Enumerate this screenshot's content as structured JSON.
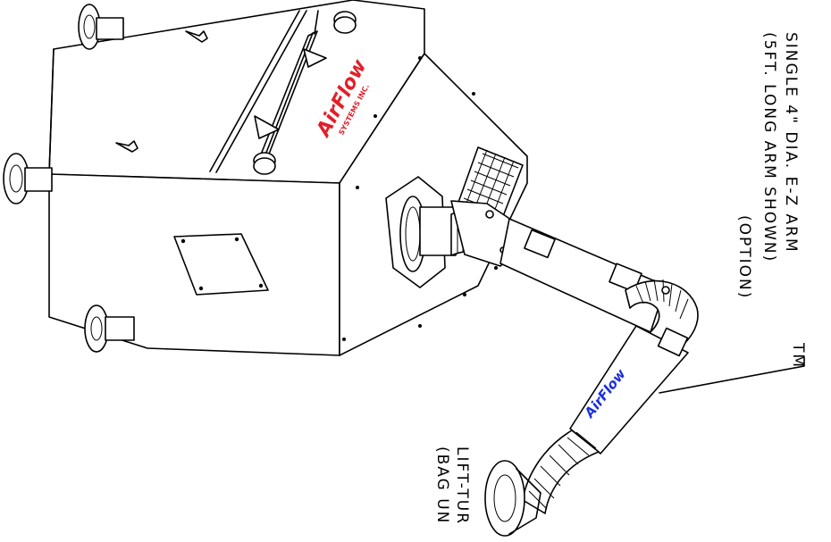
{
  "callout_arm": {
    "line1": "SINGLE  4\"  DIA. E-Z ARM",
    "trademark": "TM",
    "line2": "(5FT. LONG ARM SHOWN)",
    "line3": "(OPTION)"
  },
  "callout_lift": {
    "line1": "LIFT-TUR",
    "line2": "(BAG  UN"
  },
  "brand": {
    "logo_text": "AirFlow",
    "logo_sub": "SYSTEMS INC.",
    "cabinet_logo_color": "#e0202a",
    "arm_logo_color": "#1a2ee0"
  }
}
